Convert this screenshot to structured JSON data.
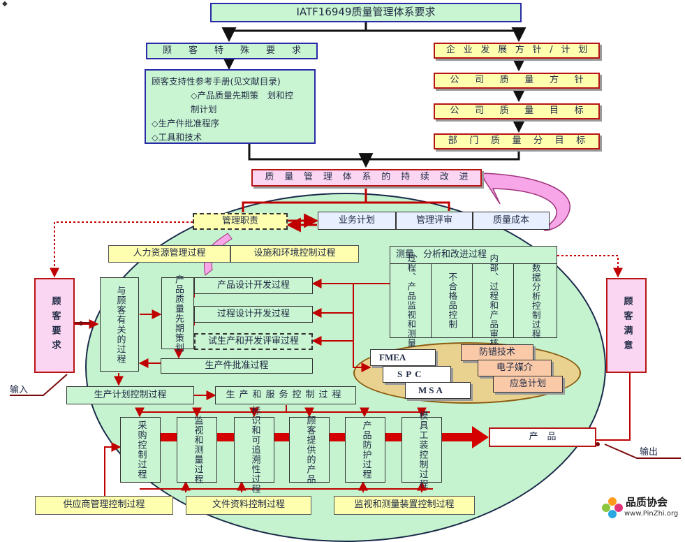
{
  "corner_mark": "◆",
  "top": {
    "title": "IATF16949质量管理体系要求",
    "customer_req_chars": [
      "顾",
      "客",
      "特",
      "殊",
      "要",
      "求"
    ],
    "policy_rows": [
      [
        "企",
        "业",
        "发",
        "展",
        "方",
        "针",
        "/",
        "计",
        "划"
      ],
      [
        "公",
        "司",
        "质",
        "量",
        "方",
        "针"
      ],
      [
        "公",
        "司",
        "质",
        "量",
        "目",
        "标"
      ],
      [
        "部",
        "门",
        "质",
        "量",
        "分",
        "目",
        "标"
      ]
    ],
    "handbook_lines": [
      "顾客支持性参考手册(见文献目录)",
      "◇产品质量先期策　划和控",
      "制计划",
      "◇生产件批准程序",
      "◇工具和技术"
    ],
    "improve_chars": [
      "质",
      "量",
      "管",
      "理",
      "体",
      "系",
      "的",
      "持",
      "续",
      "改",
      "进"
    ]
  },
  "mid": {
    "mgmt_resp": "管理职责",
    "biz_plan": "业务计划",
    "mgmt_review": "管理评审",
    "quality_cost": "质量成本",
    "hr": "人力资源管理过程",
    "facility": "设施和环境控制过程",
    "measure_title": "测量、分析和改进过程",
    "measure_cols": [
      "过程、产品监视和测量",
      "不合格品控制",
      "内部、过程和产品审核",
      "数据分析控制过程"
    ]
  },
  "left": {
    "customer_req": "顾客要求",
    "input_label": "输入",
    "cust_related": "与顾客有关的过程",
    "apqp": "产品质量先期策划",
    "design": "产品设计开发过程",
    "process_design": "过程设计开发过程",
    "trial": "试生产和开发评审过程",
    "ppap": "生产件批准过程",
    "prod_plan": "生产计划控制过程",
    "prod_service": "生产和服务控制过程"
  },
  "tools": {
    "fmea": "FMEA",
    "spc": "SPC",
    "msa": "MSA",
    "poka": "防错技术",
    "emedia": "电子媒介",
    "emergency": "应急计划"
  },
  "bottom": {
    "procs": [
      "采购控制过程",
      "监视和测量过程",
      "标识和可追溯性过程",
      "顾客提供的产品",
      "产品防护过程",
      "模具工装控制过程"
    ],
    "product": "产　品",
    "output_label": "输出",
    "supplier": "供应商管理控制过程",
    "docs": "文件资料控制过程",
    "instruments": "监视和测量装置控制过程"
  },
  "right": {
    "customer_sat": "顾客满意"
  },
  "logo": {
    "name": "品质协会",
    "url": "www.PinZhi.org"
  }
}
